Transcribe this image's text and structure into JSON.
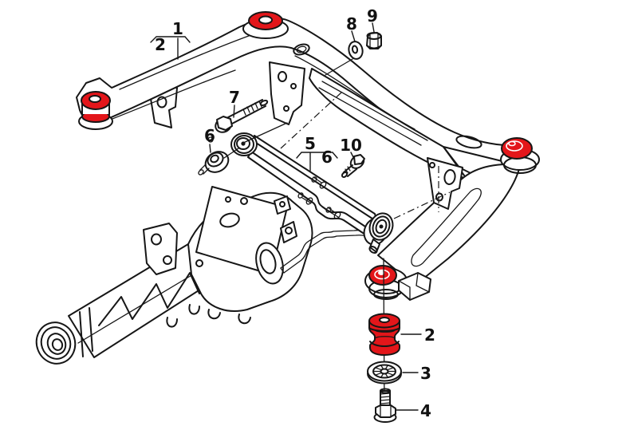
{
  "figure": {
    "kind": "exploded-parts-line-drawing",
    "visible_text_note": "numeric part callouts only"
  },
  "colors": {
    "highlight_red": "#e3161a",
    "line": "#161616",
    "background": "#ffffff"
  },
  "callouts": [
    {
      "id": "callout-1",
      "text": "1"
    },
    {
      "id": "callout-2-group",
      "text": "2"
    },
    {
      "id": "callout-8",
      "text": "8"
    },
    {
      "id": "callout-9",
      "text": "9"
    },
    {
      "id": "callout-7",
      "text": "7"
    },
    {
      "id": "callout-6-left",
      "text": "6"
    },
    {
      "id": "callout-5",
      "text": "5"
    },
    {
      "id": "callout-6-right",
      "text": "6"
    },
    {
      "id": "callout-10",
      "text": "10"
    },
    {
      "id": "callout-2-bushing",
      "text": "2"
    },
    {
      "id": "callout-3",
      "text": "3"
    },
    {
      "id": "callout-4",
      "text": "4"
    }
  ]
}
